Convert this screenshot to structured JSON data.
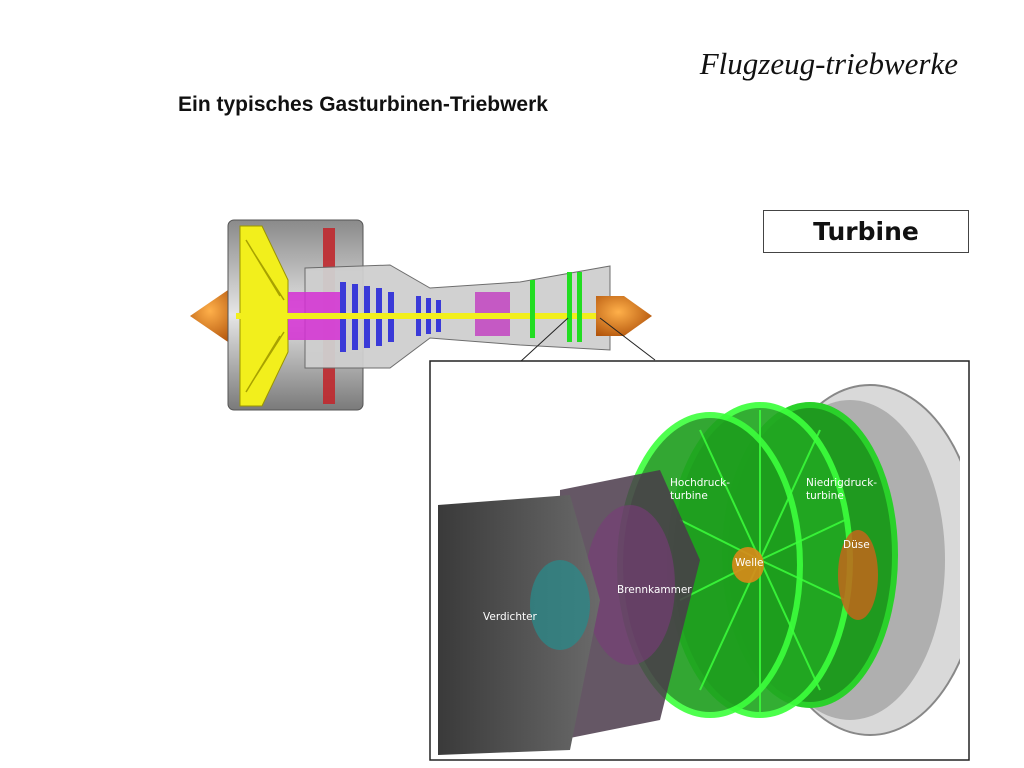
{
  "header": {
    "title": "Flugzeug-triebwerke",
    "subtitle": "Ein typisches Gasturbinen-Triebwerk"
  },
  "callout": {
    "label": "Turbine"
  },
  "detail_labels": {
    "hochdruck_1": "Hochdruck-",
    "hochdruck_2": "turbine",
    "niederdruck_1": "Niedrigdruck-",
    "niederdruck_2": "turbine",
    "duese": "Düse",
    "welle": "Welle",
    "brennkammer": "Brennkammer",
    "verdichter": "Verdichter"
  },
  "colors": {
    "fan": "#f2ef1c",
    "casing": "#b8b8b8",
    "combustor": "#d52fd4",
    "compressor": "#3a3ad8",
    "turbine": "#22dd22",
    "cone": "#e8780c",
    "flange": "#c0282d"
  }
}
